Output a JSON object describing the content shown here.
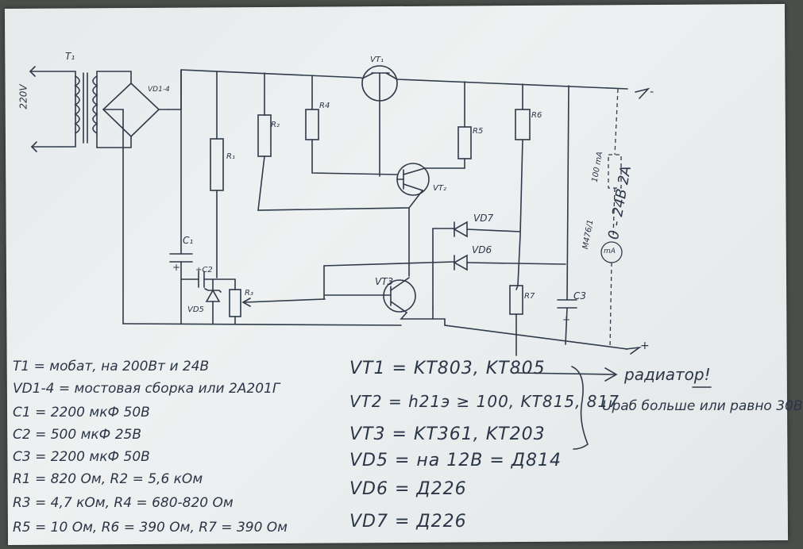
{
  "schematic": {
    "labels": {
      "t1": "T₁",
      "vac": "220V",
      "vd14": "VD1-4",
      "vt1": "VT₁",
      "vt2": "VT₂",
      "vt3": "VT3",
      "vd7": "VD7",
      "vd6": "VD6",
      "vd5": "VD5",
      "r1": "R₁",
      "r2": "R₂",
      "r3": "R₃",
      "r4": "R4",
      "r5": "R5",
      "r6": "R6",
      "r7": "R7",
      "c1": "C₁",
      "c2": "+C2",
      "c3": "C3",
      "plus_c1": "+",
      "plus_c3": "+",
      "ammeter": "mA",
      "meter_model": "M476/1",
      "meter_range": "100 mA",
      "out_minus": "-",
      "out_plus": "+",
      "out_range": "0 - 24B 2A"
    }
  },
  "notes_left": [
    "T1 = мобат, на 200Вт и 24В",
    "VD1-4 = мостовая сборка или 2А201Г",
    "C1 = 2200 мкФ 50В",
    "C2 = 500 мкФ 25В",
    "C3 = 2200 мкФ 50В",
    "R1 = 820 Ом,  R2 = 5,6 кОм",
    "R3 = 4,7 кОм, R4 = 680-820 Ом",
    "R5 = 10 Ом, R6 = 390 Ом, R7 = 390 Ом"
  ],
  "notes_right": [
    "VT1 = KT803, KT805",
    "VT2 = h21э ≥ 100, KT815, 817",
    "VT3 = KT361, KT203",
    "VD5 = на 12В = Д814",
    "VD6 = Д226",
    "VD7 = Д226"
  ],
  "arrow_note": "радиатор!",
  "voltage_note": "Uраб больше или равно 30В",
  "colors": {
    "ink": "#2a3548",
    "paper": "#e9eded"
  }
}
